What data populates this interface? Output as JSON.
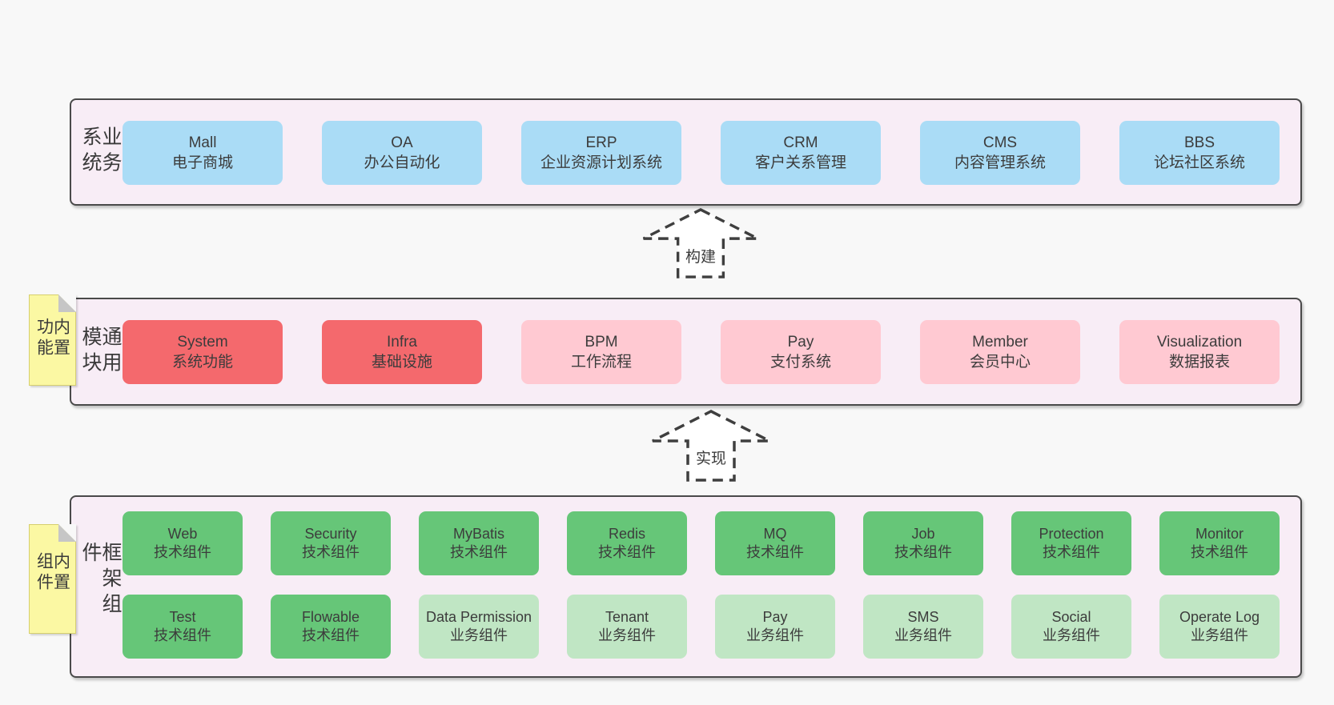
{
  "diagram": {
    "arrows": {
      "build": "构建",
      "implement": "实现"
    },
    "stickies": {
      "functions": "内置功能",
      "components": "内置组件"
    },
    "bands": {
      "business": {
        "label": "业务系统",
        "items": [
          {
            "en": "Mall",
            "zh": "电子商城"
          },
          {
            "en": "OA",
            "zh": "办公自动化"
          },
          {
            "en": "ERP",
            "zh": "企业资源计划系统"
          },
          {
            "en": "CRM",
            "zh": "客户关系管理"
          },
          {
            "en": "CMS",
            "zh": "内容管理系统"
          },
          {
            "en": "BBS",
            "zh": "论坛社区系统"
          }
        ]
      },
      "modules": {
        "label": "通用模块",
        "items": [
          {
            "en": "System",
            "zh": "系统功能"
          },
          {
            "en": "Infra",
            "zh": "基础设施"
          },
          {
            "en": "BPM",
            "zh": "工作流程"
          },
          {
            "en": "Pay",
            "zh": "支付系统"
          },
          {
            "en": "Member",
            "zh": "会员中心"
          },
          {
            "en": "Visualization",
            "zh": "数据报表"
          }
        ]
      },
      "components": {
        "label": "框架组件",
        "row1": [
          {
            "en": "Web",
            "zh": "技术组件"
          },
          {
            "en": "Security",
            "zh": "技术组件"
          },
          {
            "en": "MyBatis",
            "zh": "技术组件"
          },
          {
            "en": "Redis",
            "zh": "技术组件"
          },
          {
            "en": "MQ",
            "zh": "技术组件"
          },
          {
            "en": "Job",
            "zh": "技术组件"
          },
          {
            "en": "Protection",
            "zh": "技术组件"
          },
          {
            "en": "Monitor",
            "zh": "技术组件"
          }
        ],
        "row2": [
          {
            "en": "Test",
            "zh": "技术组件"
          },
          {
            "en": "Flowable",
            "zh": "技术组件"
          },
          {
            "en": "Data Permission",
            "zh": "业务组件"
          },
          {
            "en": "Tenant",
            "zh": "业务组件"
          },
          {
            "en": "Pay",
            "zh": "业务组件"
          },
          {
            "en": "SMS",
            "zh": "业务组件"
          },
          {
            "en": "Social",
            "zh": "业务组件"
          },
          {
            "en": "Operate Log",
            "zh": "业务组件"
          }
        ]
      }
    },
    "colors": {
      "page_bg": "#f8f8f8",
      "band_bg": "#f8edf6",
      "band_border": "#4a4a4a",
      "box_blue": "#aadcf6",
      "box_red": "#f4696d",
      "box_pink": "#ffc9d2",
      "box_green": "#66c678",
      "box_green_light": "#c0e6c4",
      "sticky_yellow": "#fbf8a3",
      "text": "#3c3c3c"
    }
  }
}
